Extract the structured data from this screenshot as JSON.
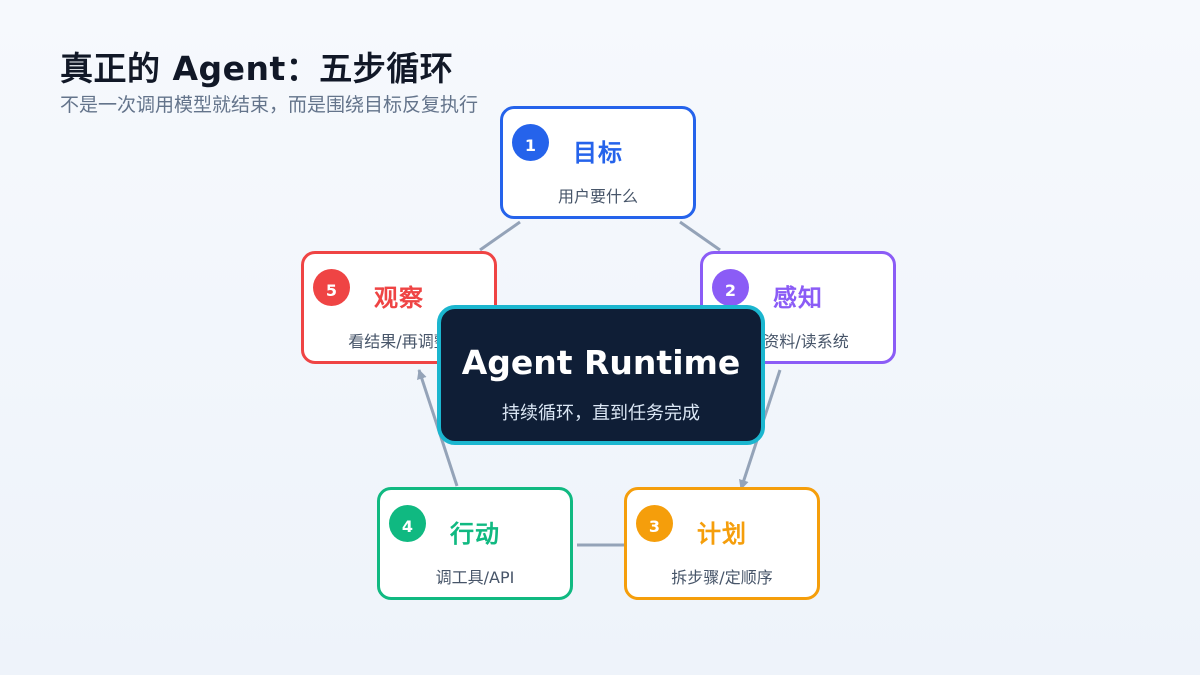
{
  "header": {
    "title": "真正的 Agent：五步循环",
    "subtitle": "不是一次调用模型就结束，而是围绕目标反复执行"
  },
  "core": {
    "title": "Agent Runtime",
    "subtitle": "持续循环，直到任务完成",
    "color": "#0f1e36",
    "border_color": "#1bb6cf"
  },
  "steps": [
    {
      "number": "1",
      "title": "目标",
      "desc": "用户要什么",
      "color": "#2563eb"
    },
    {
      "number": "2",
      "title": "感知",
      "desc": "查资料/读系统",
      "color": "#8b5cf6"
    },
    {
      "number": "3",
      "title": "计划",
      "desc": "拆步骤/定顺序",
      "color": "#f59e0b"
    },
    {
      "number": "4",
      "title": "行动",
      "desc": "调工具/API",
      "color": "#10b981"
    },
    {
      "number": "5",
      "title": "观察",
      "desc": "看结果/再调整",
      "color": "#ef4444"
    }
  ],
  "connector_color": "#94a3b8"
}
